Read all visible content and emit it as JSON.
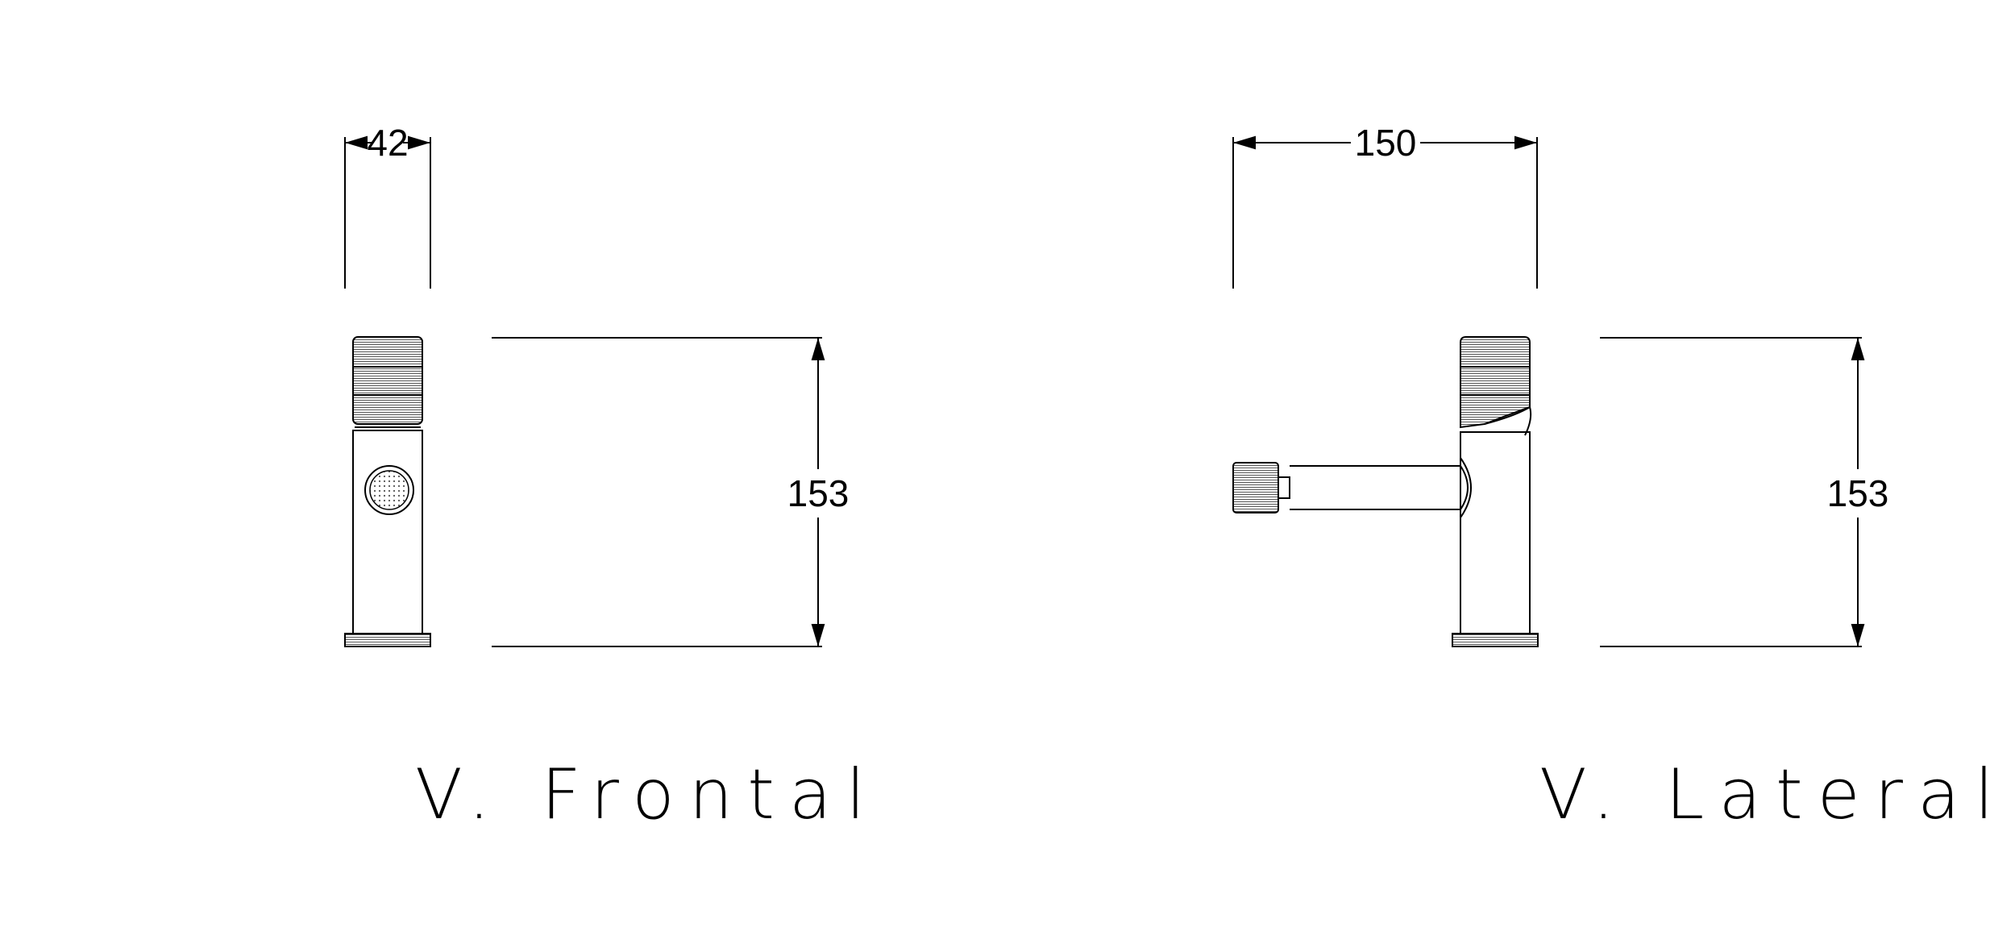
{
  "drawing": {
    "front_view": {
      "title": "V. Frontal",
      "width_dimension": "42",
      "height_dimension": "153"
    },
    "side_view": {
      "title": "V. Lateral",
      "width_dimension": "150",
      "height_dimension": "153"
    },
    "colors": {
      "line": "#000000",
      "background": "#ffffff"
    }
  }
}
